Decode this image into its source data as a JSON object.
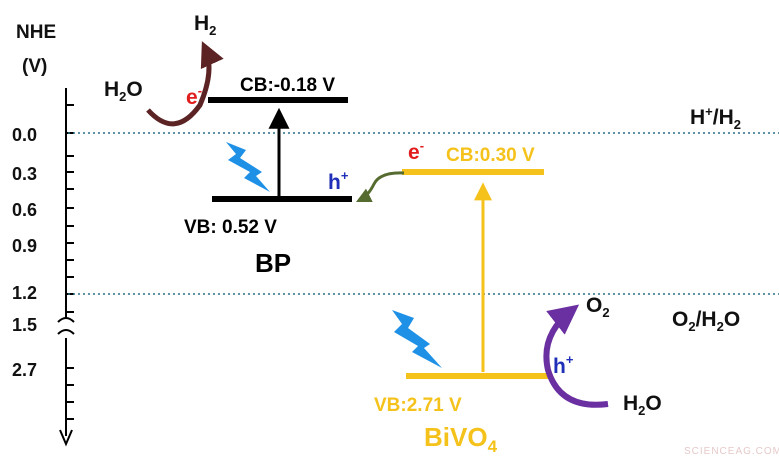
{
  "axis": {
    "label_line1": "NHE",
    "label_line2": "(V)",
    "ticks": [
      "0.0",
      "0.3",
      "0.6",
      "0.9",
      "1.2",
      "1.5",
      "2.7"
    ]
  },
  "references": {
    "h_pair": {
      "h": "H",
      "plus": "+",
      "slash": "/",
      "h2": "H",
      "sub2": "2"
    },
    "o_pair": {
      "o": "O",
      "sub2": "2",
      "slash": "/",
      "h": "H",
      "sub2b": "2",
      "o2": "O"
    }
  },
  "bp": {
    "name": "BP",
    "cb_label": "CB:-0.18 V",
    "vb_label": "VB: 0.52 V",
    "cb_value": -0.18,
    "vb_value": 0.52,
    "color": "#000000",
    "electron": {
      "e": "e",
      "sign": "-"
    },
    "reactant": {
      "h": "H",
      "sub": "2",
      "o": "O"
    },
    "product": {
      "h": "H",
      "sub": "2"
    }
  },
  "bivo4": {
    "name_main": "BiVO",
    "name_sub": "4",
    "cb_label": "CB:0.30 V",
    "vb_label": "VB:2.71 V",
    "cb_value": 0.3,
    "vb_value": 2.71,
    "color": "#f5c21b",
    "electron": {
      "e": "e",
      "sign": "-"
    },
    "hole": {
      "h": "h",
      "sign": "+"
    },
    "product": {
      "o": "O",
      "sub": "2"
    },
    "reactant": {
      "h": "H",
      "sub": "2",
      "o": "O"
    }
  },
  "transfer_hole": {
    "h": "h",
    "sign": "+"
  },
  "colors": {
    "electron": "#e11d1d",
    "hole": "#1f2fb8",
    "lightning": "#1e90e6",
    "h2o_arrow": "#5b2323",
    "o2_arrow": "#6a2fa0",
    "transfer_arrow": "#556b2f",
    "ref_line": "#2a6f8a"
  },
  "watermark": "SCIENCEAG.COM"
}
